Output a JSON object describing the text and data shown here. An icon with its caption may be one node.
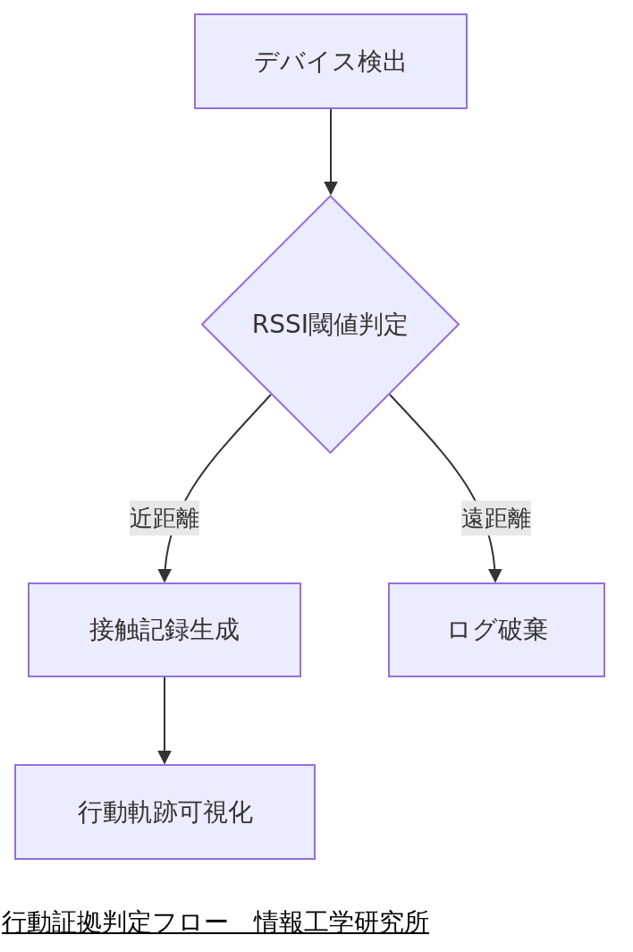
{
  "diagram": {
    "caption": "行動証拠判定フロー　情報工学研究所",
    "nodes": [
      {
        "text": [
          "デバイス検出"
        ]
      },
      {
        "text": [
          "RSSI閾値判定"
        ]
      },
      {
        "text": [
          "接触記録生成"
        ]
      },
      {
        "text": [
          "ログ破棄"
        ]
      },
      {
        "text": [
          "行動軌跡可視化"
        ]
      }
    ],
    "edges": [
      {
        "from": 0,
        "to": 1,
        "arrow": "to"
      },
      {
        "from": 1,
        "to": 2,
        "arrow": "to",
        "label": "近距離"
      },
      {
        "from": 1,
        "to": 3,
        "arrow": "to",
        "label": "遠距離"
      },
      {
        "from": 2,
        "to": 4,
        "arrow": "to"
      }
    ]
  }
}
